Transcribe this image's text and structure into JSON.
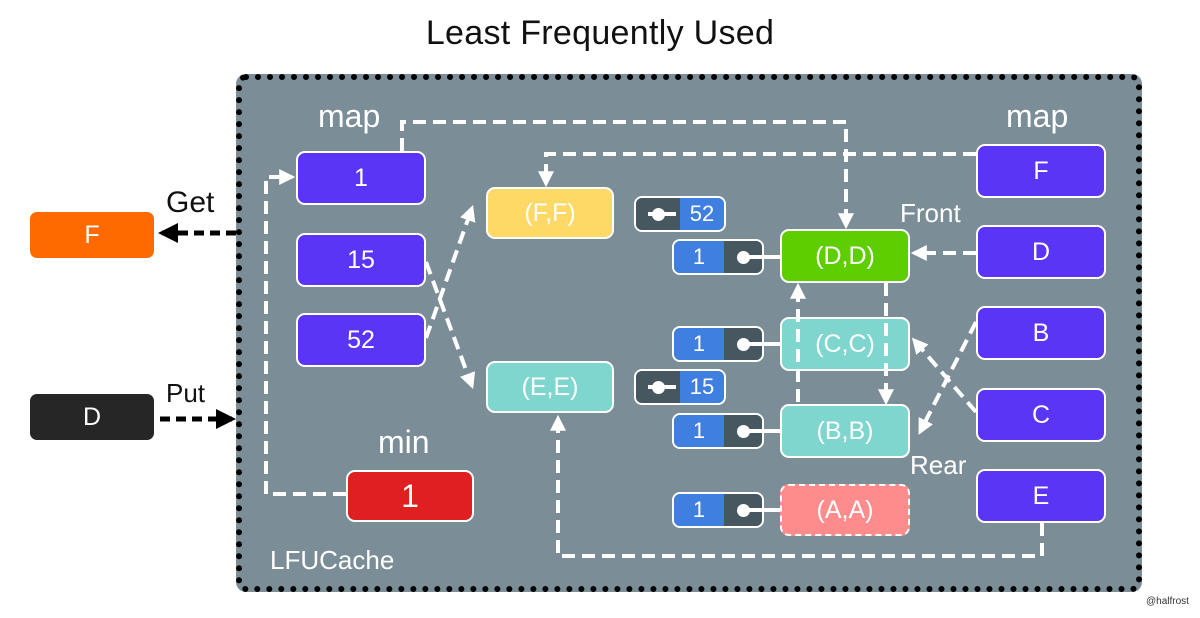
{
  "title": "Least Frequently Used",
  "cache_label": "LFUCache",
  "watermark": "@halfrost",
  "left_map": {
    "label": "map",
    "keys": [
      "1",
      "15",
      "52"
    ]
  },
  "min": {
    "label": "min",
    "value": "1"
  },
  "right_map": {
    "label": "map",
    "keys": [
      "F",
      "D",
      "B",
      "C",
      "E"
    ]
  },
  "list_labels": {
    "front": "Front",
    "rear": "Rear"
  },
  "get": {
    "label": "Get",
    "key": "F"
  },
  "put": {
    "label": "Put",
    "key": "D"
  },
  "freq_lists": [
    {
      "node": "(F,F)",
      "freq": "52"
    },
    {
      "node": "(E,E)",
      "freq": "15"
    }
  ],
  "chain": [
    {
      "node": "(D,D)",
      "count": "1"
    },
    {
      "node": "(C,C)",
      "count": "1"
    },
    {
      "node": "(B,B)",
      "count": "1"
    },
    {
      "node": "(A,A)",
      "count": "1"
    }
  ],
  "colors": {
    "panel": "#7b8d96",
    "map_key": "#5b35f6",
    "min": "#e02020",
    "get": "#ff6a00",
    "put": "#262626",
    "node_ff": "#ffd966",
    "node_ee": "#7fd6cf",
    "node_dd": "#5fce00",
    "node_cc": "#7fd6cf",
    "node_bb": "#7fd6cf",
    "node_aa": "#ff8c8c"
  }
}
